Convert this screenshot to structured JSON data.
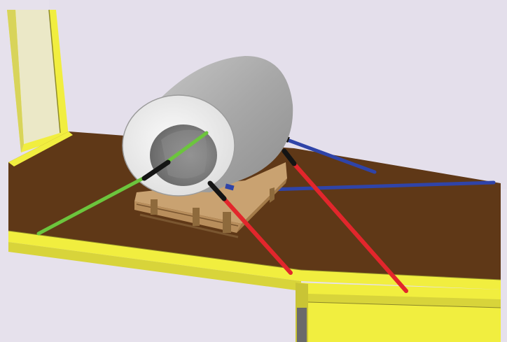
{
  "scene": {
    "colors": {
      "wall": "#e6e1ec",
      "deck": "#5f3817",
      "frame": "#f1ee3f",
      "frame_shade": "#c9c435",
      "coil_side": "#efefef",
      "coil_shell": "#a9a9a9",
      "coil_bore": "#7b7b7b",
      "pallet": "#c9a271",
      "strap_green": "#6cc53d",
      "strap_red": "#e2262c",
      "strap_blue": "#2f44a8",
      "tensioner": "#141414"
    },
    "objects": [
      "wall",
      "loading-deck",
      "yellow-frame",
      "wooden-pallet",
      "steel-coil",
      "green-lashing",
      "red-lashing",
      "blue-lashing"
    ]
  }
}
